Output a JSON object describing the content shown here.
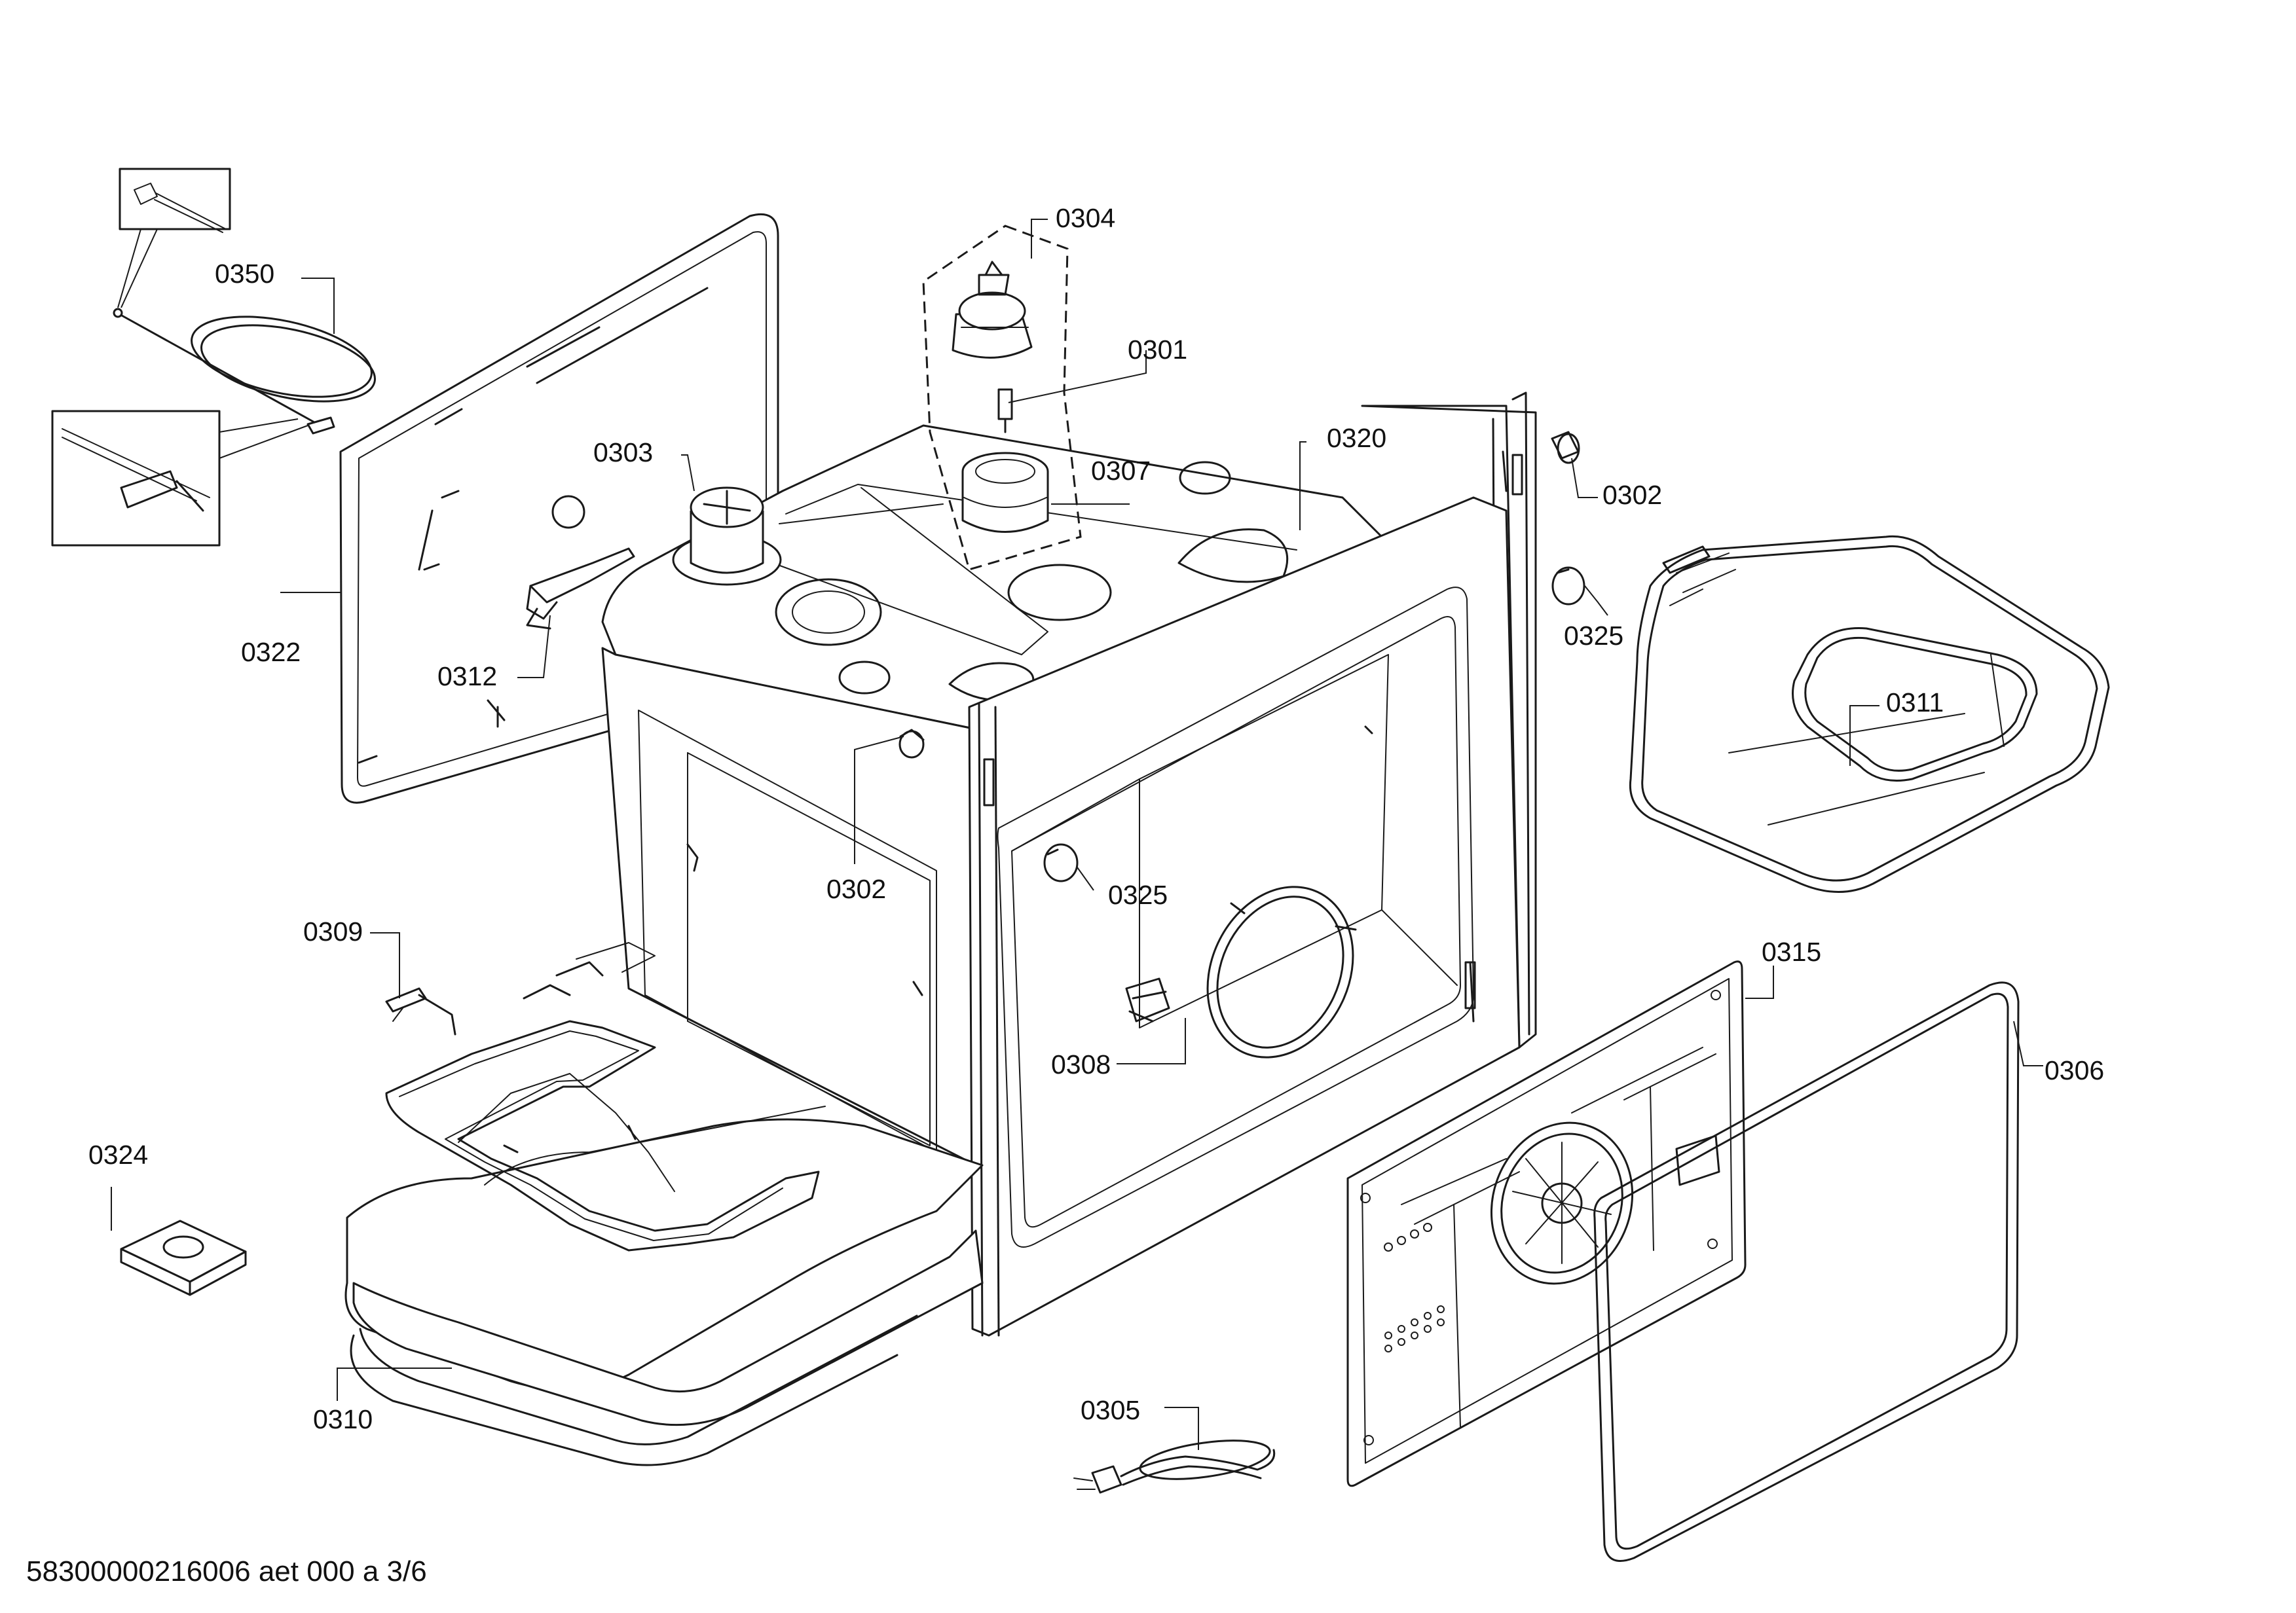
{
  "diagram": {
    "callouts": [
      {
        "id": "c0350",
        "text": "0350"
      },
      {
        "id": "c0304",
        "text": "0304"
      },
      {
        "id": "c0301",
        "text": "0301"
      },
      {
        "id": "c0303",
        "text": "0303"
      },
      {
        "id": "c0320",
        "text": "0320"
      },
      {
        "id": "c0307",
        "text": "0307"
      },
      {
        "id": "c0302a",
        "text": "0302"
      },
      {
        "id": "c0325a",
        "text": "0325"
      },
      {
        "id": "c0322",
        "text": "0322"
      },
      {
        "id": "c0312",
        "text": "0312"
      },
      {
        "id": "c0311",
        "text": "0311"
      },
      {
        "id": "c0302b",
        "text": "0302"
      },
      {
        "id": "c0325b",
        "text": "0325"
      },
      {
        "id": "c0309",
        "text": "0309"
      },
      {
        "id": "c0315",
        "text": "0315"
      },
      {
        "id": "c0308",
        "text": "0308"
      },
      {
        "id": "c0306",
        "text": "0306"
      },
      {
        "id": "c0324",
        "text": "0324"
      },
      {
        "id": "c0310",
        "text": "0310"
      },
      {
        "id": "c0305",
        "text": "0305"
      }
    ],
    "footer": "58300000216006 aet 000 a 3/6"
  }
}
